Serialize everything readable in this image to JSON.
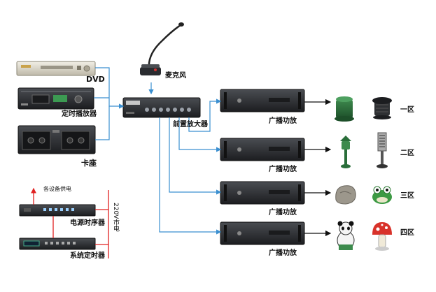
{
  "labels": {
    "dvd": "DVD",
    "timer_player": "定时播放器",
    "cassette": "卡座",
    "microphone": "麦克风",
    "preamp": "前置放大器",
    "amp_label": "广播功放",
    "zones": [
      "一区",
      "二区",
      "三区",
      "四区"
    ],
    "device_power": "各设备供电",
    "power_sequencer": "电源时序器",
    "system_timer": "系统定时器",
    "mains": "220V市电"
  },
  "colors": {
    "signal_line": "#3a8fd0",
    "power_line": "#e02020",
    "output_line": "#111111",
    "device_body": "#2a2c30",
    "device_light": "#d8d4c8"
  }
}
